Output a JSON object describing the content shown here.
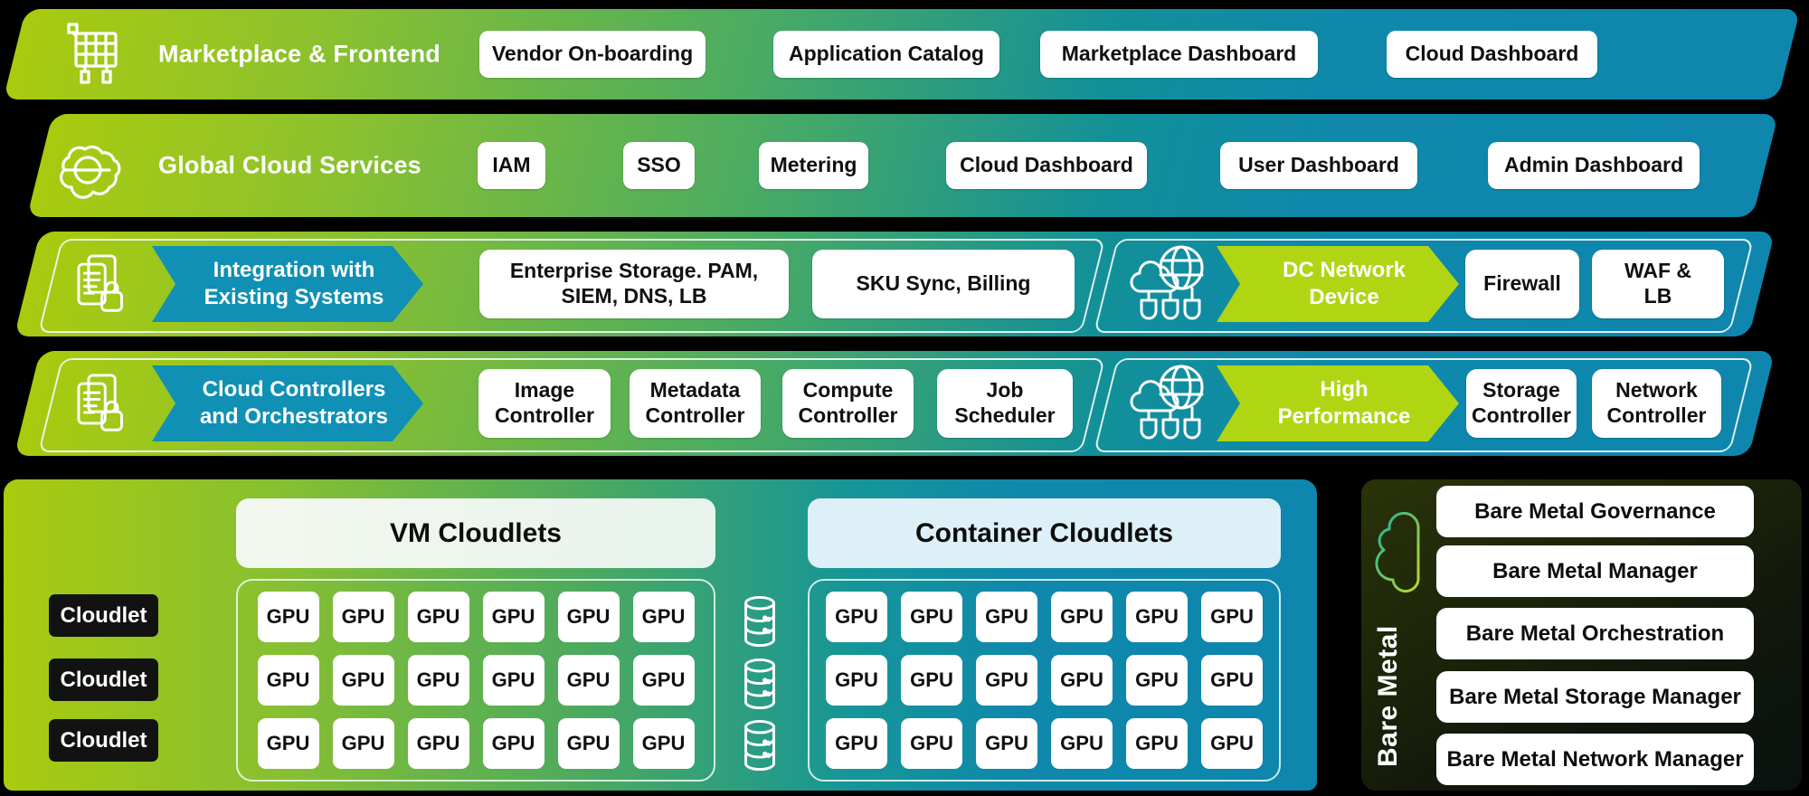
{
  "colors": {
    "lime": "#a9cb0f",
    "green_mid": "#4ead5f",
    "teal": "#0f88ac",
    "teal_arrow": "#0f90b4",
    "lime_arrow": "#b0d512",
    "dark_bare_metal_panel": "#1d2408",
    "vm_header_bg": "#eef5ec",
    "container_header_bg": "#def0f7",
    "cloudlet_bg": "#121212",
    "button_bg": "#ffffff"
  },
  "bands": [
    {
      "label": "Marketplace & Frontend",
      "icon": "shopping-cart-icon",
      "buttons": [
        "Vendor On-boarding",
        "Application Catalog",
        "Marketplace Dashboard",
        "Cloud Dashboard"
      ]
    },
    {
      "label": "Global Cloud Services",
      "icon": "cloud-globe-icon",
      "buttons": [
        "IAM",
        "SSO",
        "Metering",
        "Cloud Dashboard",
        "User Dashboard",
        "Admin Dashboard"
      ]
    },
    {
      "groups": [
        {
          "icon": "documents-lock-icon",
          "arrow": "Integration with\nExisting Systems",
          "buttons": [
            "Enterprise Storage. PAM,\nSIEM, DNS, LB",
            "SKU Sync, Billing"
          ]
        },
        {
          "icon": "network-cloud-icon",
          "arrow": "DC Network\nDevice",
          "buttons": [
            "Firewall",
            "WAF &\nLB"
          ]
        }
      ]
    },
    {
      "groups": [
        {
          "icon": "documents-lock-icon",
          "arrow": "Cloud Controllers\nand Orchestrators",
          "buttons": [
            "Image\nController",
            "Metadata\nController",
            "Compute\nController",
            "Job\nScheduler"
          ]
        },
        {
          "icon": "network-cloud-icon",
          "arrow": "High\nPerformance",
          "buttons": [
            "Storage\nController",
            "Network\nController"
          ]
        }
      ]
    }
  ],
  "bottom": {
    "gpu_label": "GPU",
    "vm_cloudlets": {
      "title": "VM Cloudlets",
      "gpu_count": 18,
      "gpu_cols": 6,
      "gpu_rows": 3
    },
    "container_cloudlets": {
      "title": "Container Cloudlets",
      "gpu_count": 18,
      "gpu_cols": 6,
      "gpu_rows": 3
    },
    "cloudlet_labels": [
      "Cloudlet",
      "Cloudlet",
      "Cloudlet"
    ],
    "database_icon": "database-icon",
    "bare_metal": {
      "title": "Bare Metal",
      "icon": "cloud-outline-icon",
      "buttons": [
        "Bare Metal Governance",
        "Bare Metal Manager",
        "Bare Metal Orchestration",
        "Bare Metal Storage Manager",
        "Bare Metal Network Manager"
      ]
    }
  }
}
